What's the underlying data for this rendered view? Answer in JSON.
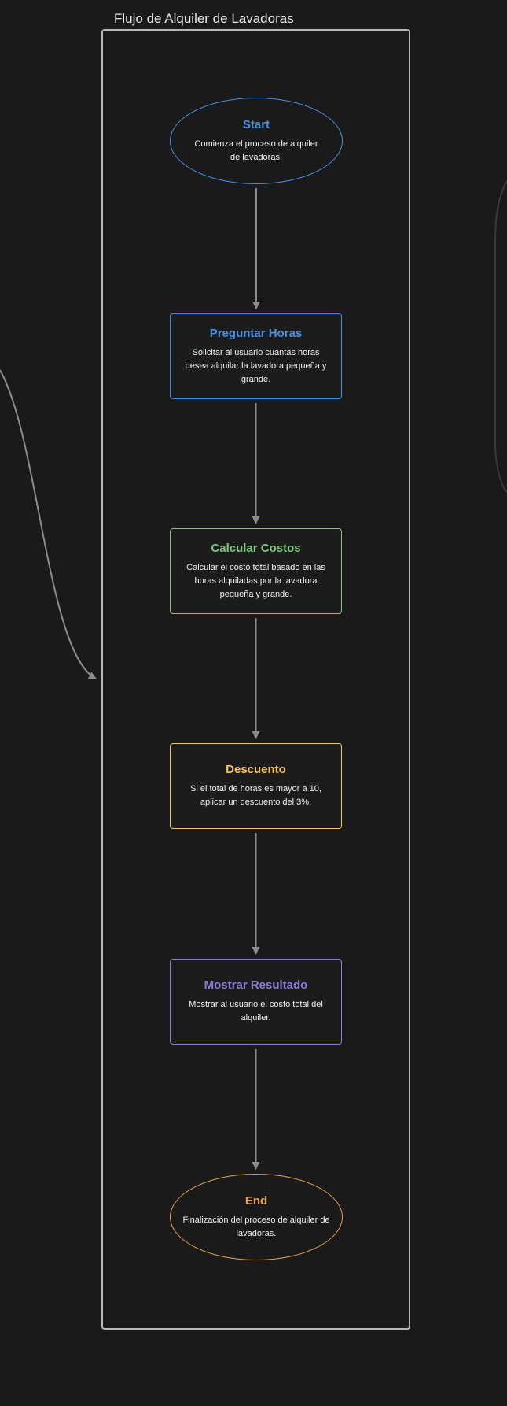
{
  "diagram": {
    "title": "Flujo de Alquiler de Lavadoras",
    "nodes": [
      {
        "id": "start",
        "title": "Start",
        "description": "Comienza el proceso de alquiler de lavadoras.",
        "color": "#4a90e2",
        "shape": "ellipse"
      },
      {
        "id": "preguntar",
        "title": "Preguntar Horas",
        "description": "Solicitar al usuario cuántas horas desea alquilar la lavadora pequeña y grande.",
        "color": "#4a90e2",
        "shape": "rect"
      },
      {
        "id": "calcular",
        "title": "Calcular Costos",
        "description": "Calcular el costo total basado en las horas alquiladas por la lavadora pequeña y grande.",
        "color": "#7fc77f",
        "shape": "rect"
      },
      {
        "id": "descuento",
        "title": "Descuento",
        "description": "Si el total de horas es mayor a 10, aplicar un descuento del 3%.",
        "color": "#f5c55a",
        "shape": "rect"
      },
      {
        "id": "mostrar",
        "title": "Mostrar Resultado",
        "description": "Mostrar al usuario el costo total del alquiler.",
        "color": "#8a7fd6",
        "shape": "rect"
      },
      {
        "id": "end",
        "title": "End",
        "description": "Finalización del proceso de alquiler de lavadoras.",
        "color": "#e8a04a",
        "shape": "ellipse"
      }
    ],
    "edges": [
      {
        "from": "start",
        "to": "preguntar"
      },
      {
        "from": "preguntar",
        "to": "calcular"
      },
      {
        "from": "calcular",
        "to": "descuento"
      },
      {
        "from": "descuento",
        "to": "mostrar"
      },
      {
        "from": "mostrar",
        "to": "end"
      }
    ],
    "colors": {
      "background": "#1a1a1a",
      "cluster_border": "#b8b8b8",
      "edge": "#8c8c8c"
    }
  }
}
